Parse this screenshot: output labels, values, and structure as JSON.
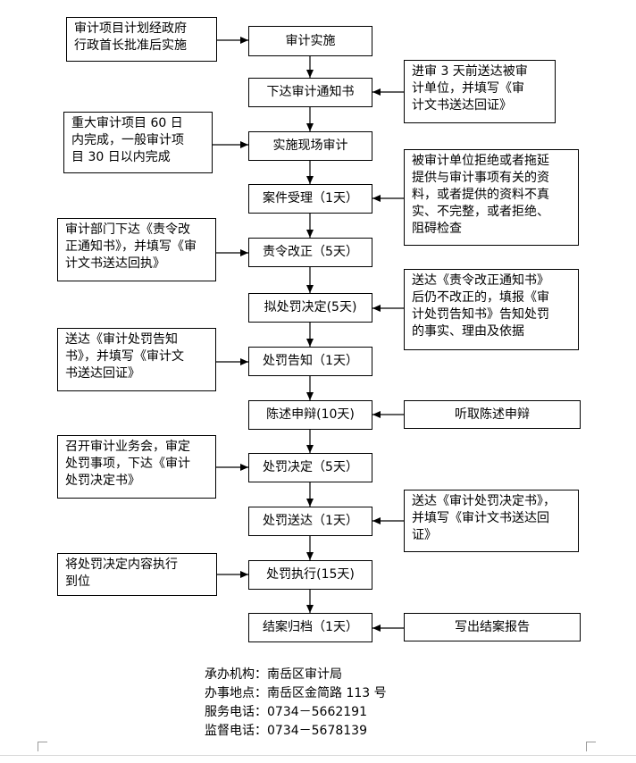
{
  "steps": [
    "审计实施",
    "下达审计通知书",
    "实施现场审计",
    "案件受理（1天）",
    "责令改正（5天）",
    "拟处罚决定(5天)",
    "处罚告知（1天）",
    "陈述申辩(10天)",
    "处罚决定（5天）",
    "处罚送达（1天）",
    "处罚执行(15天)",
    "结案归档（1天）"
  ],
  "left_notes": [
    "审计项目计划经政府\n行政首长批准后实施",
    "重大审计项目 60 日\n内完成，一般审计项\n目 30 日以内完成",
    "审计部门下达《责令改\n正通知书》，并填写《审\n计文书送达回执》",
    "送达《审计处罚告知\n书》，并填写《审计文\n书送达回证》",
    "召开审计业务会，审定\n处罚事项，下达《审计\n处罚决定书》",
    "将处罚决定内容执行\n到位"
  ],
  "right_notes": [
    "进审 3 天前送达被审\n计单位，并填写《审\n计文书送达回证》",
    "被审计单位拒绝或者拖延\n提供与审计事项有关的资\n料，或者提供的资料不真\n实、不完整，或者拒绝、\n阻碍检查",
    "送达《责令改正通知书》\n后仍不改正的，填报《审\n计处罚告知书》告知处罚\n的事实、理由及依据",
    "听取陈述申辩",
    "送达《审计处罚决定书》，\n并填写《审计文书送达回\n证》",
    "写出结案报告"
  ],
  "footer": {
    "line1": "承办机构：南岳区审计局",
    "line2": "办事地点：南岳区金简路 113 号",
    "line3": "服务电话：0734－5662191",
    "line4": "监督电话：0734－5678139"
  }
}
